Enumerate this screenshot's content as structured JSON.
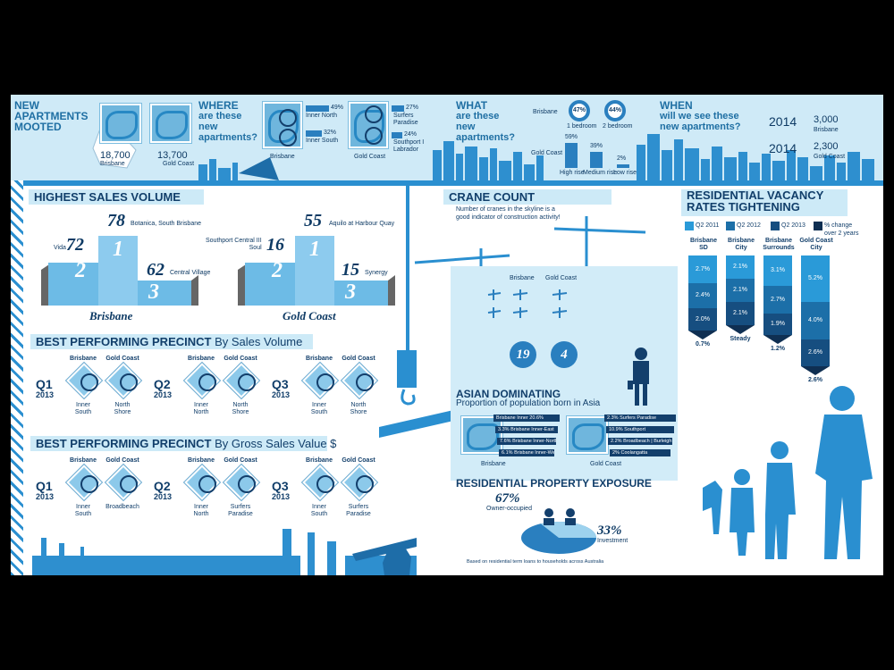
{
  "top": {
    "new_apts": "NEW\nAPARTMENTS\nMOOTED",
    "brisbane_count": "18,700",
    "brisbane": "Brisbane",
    "gc_count": "13,700",
    "gold_coast": "Gold Coast",
    "where": "WHERE",
    "where_sub": "are these\nnew\napartments?",
    "inner_north_pct": "49%",
    "inner_north": "Inner North",
    "inner_south_pct": "32%",
    "inner_south": "Inner South",
    "surfers_pct": "27%",
    "surfers": "Surfers\nParadise",
    "southport_pct": "24%",
    "southport": "Southport I\nLabrador",
    "what": "WHAT",
    "what_sub": "are these\nnew\napartments?",
    "one_bed_pct": "47%",
    "one_bed": "1 bedroom",
    "two_bed_pct": "44%",
    "two_bed": "2 bedroom",
    "high_pct": "59%",
    "high": "High rise",
    "med_pct": "39%",
    "med": "Medium rise",
    "low_pct": "2%",
    "low": "Low rise",
    "when": "WHEN",
    "when_sub": "will we see these\nnew apartments?",
    "y1": "2014",
    "v1": "3,000",
    "y2": "2014",
    "v2": "2,300"
  },
  "sales": {
    "title": "HIGHEST SALES VOLUME",
    "b1_num": "78",
    "b1_name": "Botanica, South Brisbane",
    "b2_num": "72",
    "b2_name": "Vida",
    "b3_num": "62",
    "b3_name": "Central Village",
    "city1": "Brisbane",
    "g1_num": "55",
    "g1_name": "Aquilo at Harbour Quay",
    "g2_num": "16",
    "g2_name": "Southport Central III\nSoul",
    "g3_num": "15",
    "g3_name": "Synergy",
    "city2": "Gold Coast",
    "r1": "1",
    "r2": "2",
    "r3": "3"
  },
  "precinct_volume": {
    "title": "BEST PERFORMING PRECINCT",
    "sub": "By Sales Volume",
    "groups": [
      {
        "q": "Q1",
        "y": "2013",
        "b": "Inner\nSouth",
        "g": "North\nShore"
      },
      {
        "q": "Q2",
        "y": "2013",
        "b": "Inner\nNorth",
        "g": "North\nShore"
      },
      {
        "q": "Q3",
        "y": "2013",
        "b": "Inner\nSouth",
        "g": "North\nShore"
      }
    ]
  },
  "precinct_value": {
    "title": "BEST PERFORMING PRECINCT",
    "sub": "By Gross Sales Value $",
    "groups": [
      {
        "q": "Q1",
        "y": "2013",
        "b": "Inner\nSouth",
        "g": "Broadbeach"
      },
      {
        "q": "Q2",
        "y": "2013",
        "b": "Inner\nNorth",
        "g": "Surfers\nParadise"
      },
      {
        "q": "Q3",
        "y": "2013",
        "b": "Inner\nSouth",
        "g": "Surfers\nParadise"
      }
    ]
  },
  "crane": {
    "title": "CRANE COUNT",
    "desc": "Number of cranes in the skyline is a\ngood indicator of construction activity!",
    "brisbane": "Brisbane",
    "gold_coast": "Gold Coast",
    "b_count": "19",
    "g_count": "4"
  },
  "vacancy": {
    "title": "RESIDENTIAL VACANCY\nRATES TIGHTENING",
    "legend": [
      "Q2 2011",
      "Q2 2012",
      "Q2 2013",
      "% change\nover 2 years"
    ],
    "cols": [
      {
        "name": "Brisbane\nSD",
        "vals": [
          "2.7%",
          "2.4%",
          "2.0%"
        ],
        "change": "0.7%"
      },
      {
        "name": "Brisbane\nCity",
        "vals": [
          "2.1%",
          "2.1%",
          "2.1%"
        ],
        "change": "Steady"
      },
      {
        "name": "Brisbane\nSurrounds",
        "vals": [
          "3.1%",
          "2.7%",
          "1.9%"
        ],
        "change": "1.2%"
      },
      {
        "name": "Gold Coast\nCity",
        "vals": [
          "5.2%",
          "4.0%",
          "2.6%"
        ],
        "change": "2.6%"
      }
    ]
  },
  "asian": {
    "title": "ASIAN DOMINATING",
    "sub": "Proportion of population born in Asia",
    "brisbane": "Brisbane",
    "gold_coast": "Gold Coast",
    "b_rows": [
      "Brisbane Inner   20.6%",
      "3.3% Brisbane Inner-East",
      "7.6% Brisbane Inner-North",
      "6.1% Brisbane Inner-West"
    ],
    "g_rows": [
      "2.3% Surfers Paradise",
      "10.9% Southport",
      "2.2% Broadbeach | Burleigh",
      "2%   Coolangatta"
    ]
  },
  "exposure": {
    "title": "RESIDENTIAL PROPERTY EXPOSURE",
    "owner_pct": "67%",
    "owner": "Owner-occupied",
    "inv_pct": "33%",
    "inv": "Investment",
    "note": "Based on residential term loans to households across Australia",
    "owner_share": 0.67
  }
}
